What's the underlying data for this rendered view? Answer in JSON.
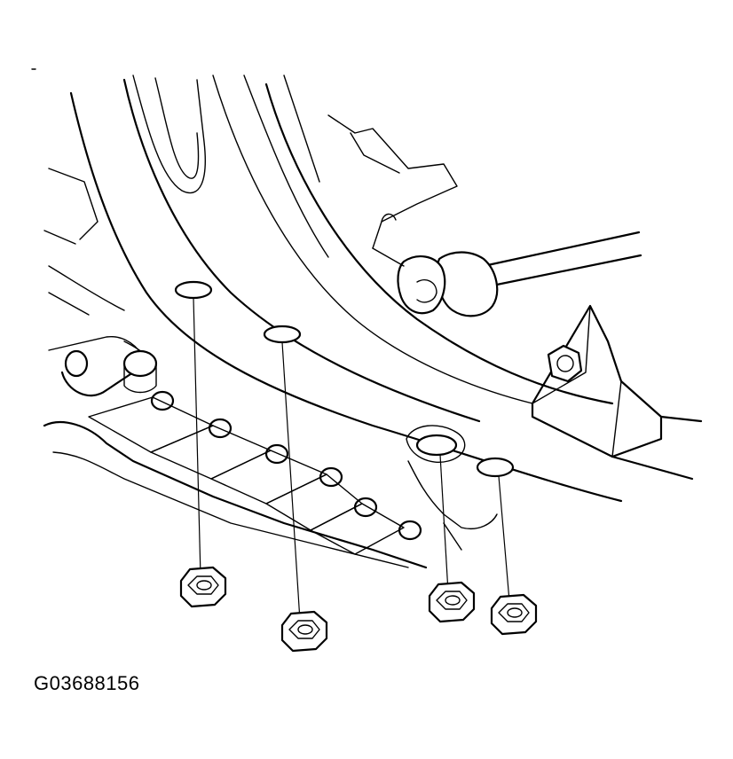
{
  "figure": {
    "code": "G03688156"
  },
  "parts": {
    "flange_nuts": 4,
    "bolt_holes": 4
  }
}
